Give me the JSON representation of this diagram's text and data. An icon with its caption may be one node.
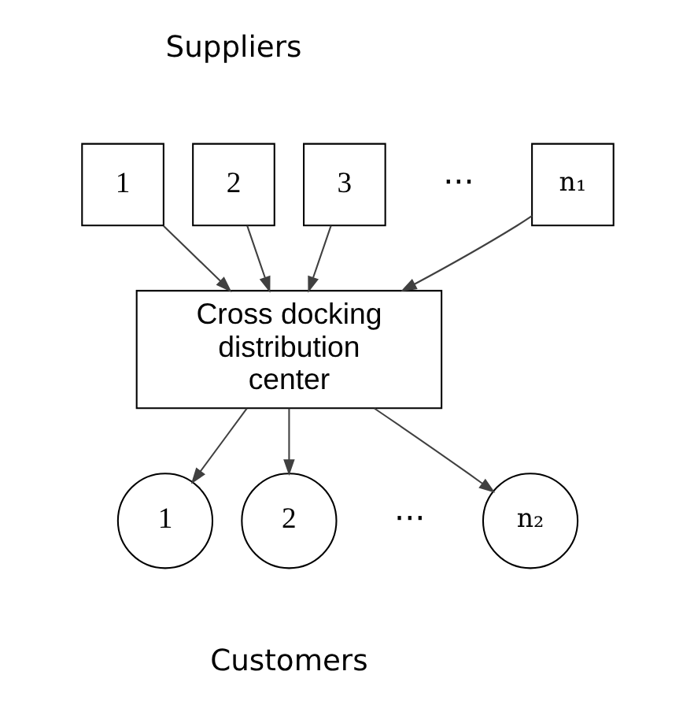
{
  "diagram": {
    "nodes": [
      {
        "text": [
          "1"
        ]
      },
      {
        "text": [
          "2"
        ]
      },
      {
        "text": [
          "3"
        ]
      },
      {
        "text": [
          "n₁"
        ]
      },
      {
        "text": [
          "Cross docking distribution center"
        ]
      },
      {
        "text": [
          "1"
        ]
      },
      {
        "text": [
          "2"
        ]
      },
      {
        "text": [
          "n₂"
        ]
      }
    ],
    "edges": [
      {
        "from": 0,
        "to": 4,
        "arrow": "to"
      },
      {
        "from": 1,
        "to": 4,
        "arrow": "to"
      },
      {
        "from": 2,
        "to": 4,
        "arrow": "to"
      },
      {
        "from": 3,
        "to": 4,
        "arrow": "to"
      },
      {
        "from": 4,
        "to": 5,
        "arrow": "to"
      },
      {
        "from": 4,
        "to": 6,
        "arrow": "to"
      },
      {
        "from": 4,
        "to": 7,
        "arrow": "to"
      }
    ],
    "labels": [
      "Suppliers",
      "···",
      "···",
      "Customers"
    ]
  }
}
